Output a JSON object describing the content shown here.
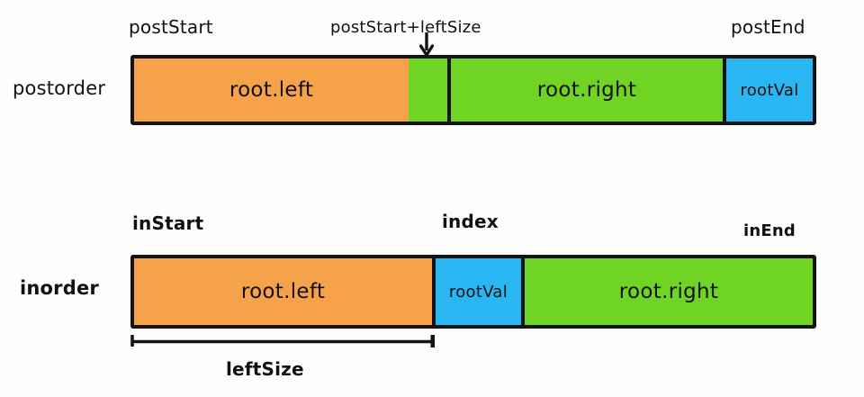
{
  "diagram": {
    "title": "postorder and inorder array partition diagram",
    "colors": {
      "orange": "#f5a24b",
      "green": "#6fd424",
      "blue": "#29b6f2",
      "outline": "#141414",
      "background": "#fdfdfb"
    }
  },
  "rows": [
    {
      "label": "postorder",
      "markers": {
        "start": "postStart",
        "middle": "postStart+leftSize",
        "end": "postEnd"
      },
      "segments": [
        {
          "text": "root.left",
          "color": "orange"
        },
        {
          "text": "",
          "color": "green"
        },
        {
          "text": "root.right",
          "color": "green"
        },
        {
          "text": "rootVal",
          "color": "blue"
        }
      ]
    },
    {
      "label": "inorder",
      "markers": {
        "start": "inStart",
        "middle": "index",
        "end": "inEnd"
      },
      "segments": [
        {
          "text": "root.left",
          "color": "orange"
        },
        {
          "text": "rootVal",
          "color": "blue"
        },
        {
          "text": "root.right",
          "color": "green"
        }
      ],
      "measure": {
        "label": "leftSize"
      }
    }
  ]
}
